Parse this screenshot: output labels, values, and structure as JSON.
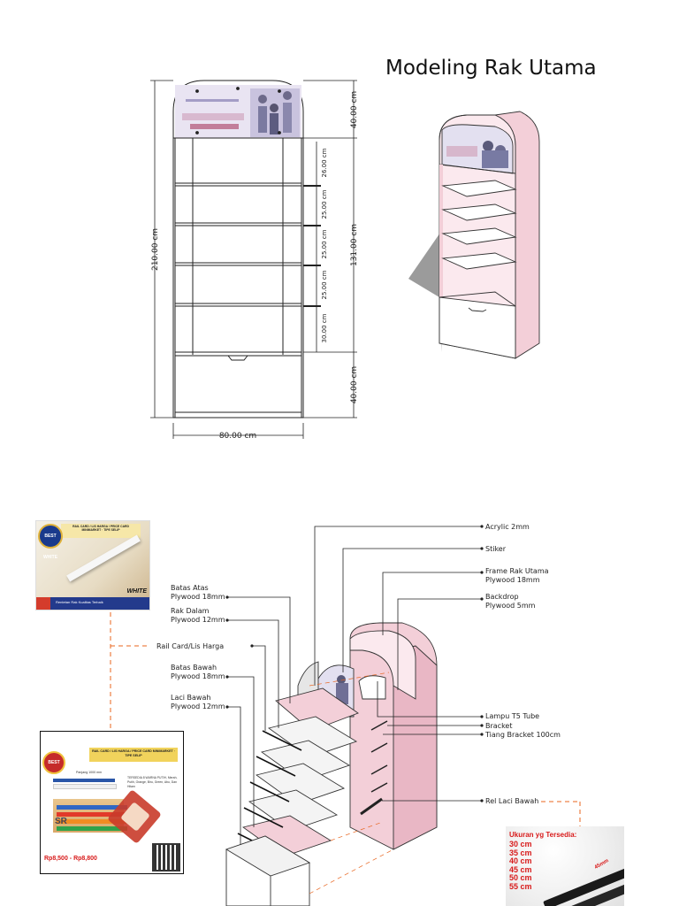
{
  "title": "Modeling Rak Utama",
  "dimensions": {
    "width": "80.00 cm",
    "height": "210.00 cm",
    "top": "40.00 cm",
    "middle": "131.00 cm",
    "bottom": "40.00 cm",
    "shelf_gaps": [
      "26.00 cm",
      "25.00 cm",
      "25.00 cm",
      "25.00 cm",
      "30.00 cm"
    ]
  },
  "callouts": {
    "acrylic": "Acrylic 2mm",
    "stiker": "Stiker",
    "frame_1": "Frame Rak Utama",
    "frame_2": "Plywood 18mm",
    "backdrop_1": "Backdrop",
    "backdrop_2": "Plywood 5mm",
    "batas_atas_1": "Batas Atas",
    "batas_atas_2": "Plywood 18mm",
    "rak_dalam_1": "Rak Dalam",
    "rak_dalam_2": "Plywood 12mm",
    "rail_card": "Rail Card/Lis Harga",
    "batas_bawah_1": "Batas Bawah",
    "batas_bawah_2": "Plywood 18mm",
    "laci_bawah_1": "Laci Bawah",
    "laci_bawah_2": "Plywood 12mm",
    "lampu": "Lampu T5 Tube",
    "bracket": "Bracket",
    "tiang": "Tiang Bracket 100cm",
    "rel_laci": "Rel Laci Bawah"
  },
  "product1": {
    "badge": "BEST WHITE",
    "heading": "RAIL CARD / LIS HARGA / PRICE CARD MINIMARKET · TIPE SELIP",
    "color_label": "WHITE",
    "footer": "Rentetan Rak Kualitas Terbaik"
  },
  "product2": {
    "badge": "BEST QUALITY",
    "heading": "RAIL CARD / LIS HARGA / PRICE CARD MINIMARKET · TIPE SELIP",
    "length_label": "Panjang 1000 mm",
    "desc": "TERSEDIA 8 WARNA PUTIH, Merah, Putih, Orange, Biru, Green, Abu, Dan Hitam",
    "price": "Rp8,500 - Rp8,800",
    "logo": "SR"
  },
  "product3": {
    "heading": "Ukuran yg Tersedia:",
    "sizes": [
      "30 cm",
      "35 cm",
      "40 cm",
      "45 cm",
      "50 cm",
      "55 cm"
    ],
    "tag": "45mm"
  },
  "colors": {
    "pink": "#f3cfd8",
    "pink_dark": "#e9b7c5",
    "line": "#222222",
    "orange": "#e8641e",
    "price_red": "#d81b1b"
  }
}
